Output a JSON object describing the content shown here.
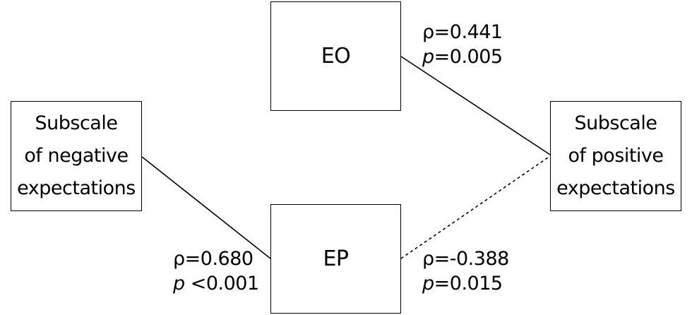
{
  "nodes": {
    "eo": "EO",
    "ep": "EP",
    "negative": [
      "Subscale",
      "of negative",
      "expectations"
    ],
    "positive": [
      "Subscale",
      "of positive",
      "expectations"
    ]
  },
  "edges": [
    {
      "from": "EO",
      "to": "Subscale of positive expectations",
      "style": "solid",
      "rho": "ρ=0.441",
      "p_sym": "p",
      "p_val": "=0.005"
    },
    {
      "from": "Subscale of negative expectations",
      "to": "EP",
      "style": "solid",
      "rho": "ρ=0.680",
      "p_sym": "p",
      "p_val": " <0.001"
    },
    {
      "from": "EP",
      "to": "Subscale of positive expectations",
      "style": "dashed",
      "rho": "ρ=-0.388",
      "p_sym": "p",
      "p_val": "=0.015"
    }
  ]
}
